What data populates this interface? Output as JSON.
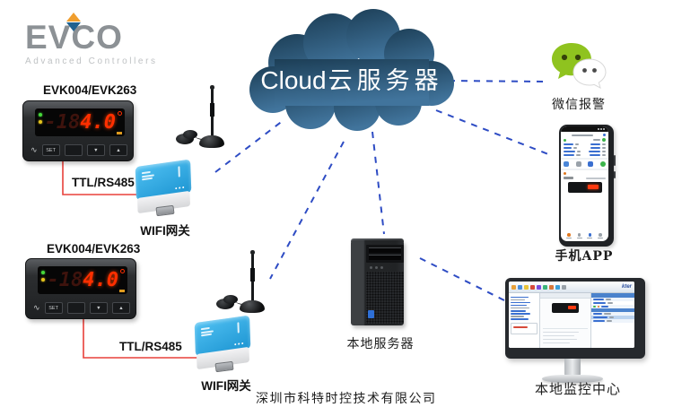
{
  "colors": {
    "cloud_gradient_top": "#1c3e56",
    "cloud_gradient_bottom": "#41749c",
    "dashed_link_blue": "#2e4cc4",
    "serial_link_red": "#e8403a",
    "gateway_blue": "#29a9e0",
    "wechat_green": "#8fc31f",
    "led_display_red": "#ff2f00",
    "logo_gray": "#8c9195",
    "logo_orange": "#f09e2e",
    "logo_blue": "#20618f"
  },
  "logo": {
    "brand": "EVCO",
    "tagline": "Advanced Controllers"
  },
  "cloud": {
    "label_en": "Cloud",
    "label_zh": "云服务器"
  },
  "controllers": [
    {
      "model": "EVK004/EVK263",
      "display_ghost": "-18",
      "display_value": "4.0",
      "set_button": "SET",
      "down_button": "▼",
      "up_button": "▲",
      "bus_label": "TTL/RS485",
      "gateway_label": "WIFI网关"
    },
    {
      "model": "EVK004/EVK263",
      "display_ghost": "-18",
      "display_value": "4.0",
      "set_button": "SET",
      "down_button": "▼",
      "up_button": "▲",
      "bus_label": "TTL/RS485",
      "gateway_label": "WIFI网关"
    }
  ],
  "wechat": {
    "label": "微信报警"
  },
  "phone": {
    "label": "手机APP"
  },
  "local_server": {
    "label": "本地服务器"
  },
  "monitor": {
    "label": "本地监控中心",
    "software_logo": "kter"
  },
  "footer": {
    "company": "深圳市科特时控技术有限公司"
  }
}
